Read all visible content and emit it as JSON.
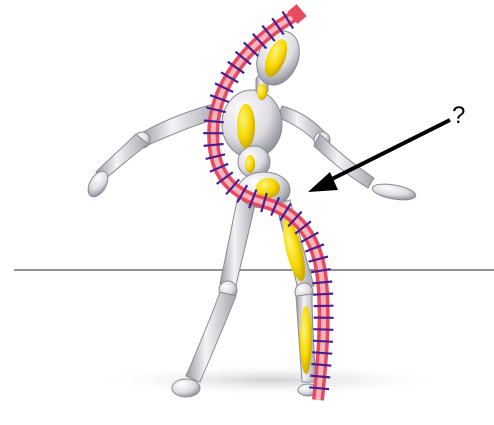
{
  "figure": {
    "annotation_label": "?",
    "colors": {
      "background": "#ffffff",
      "ground_line": "#6f6f6f",
      "body": "#e6e6ea",
      "body_shade": "#9a9aa2",
      "highlight_segments": "#f5d800",
      "curve_stroke": "#e84a5f",
      "curve_fill": "#f4a0a8",
      "tick_marks": "#4b1f8f",
      "arrow": "#000000"
    },
    "icons": [
      "wooden-mannequin",
      "skeleton-curve",
      "arrow"
    ]
  }
}
